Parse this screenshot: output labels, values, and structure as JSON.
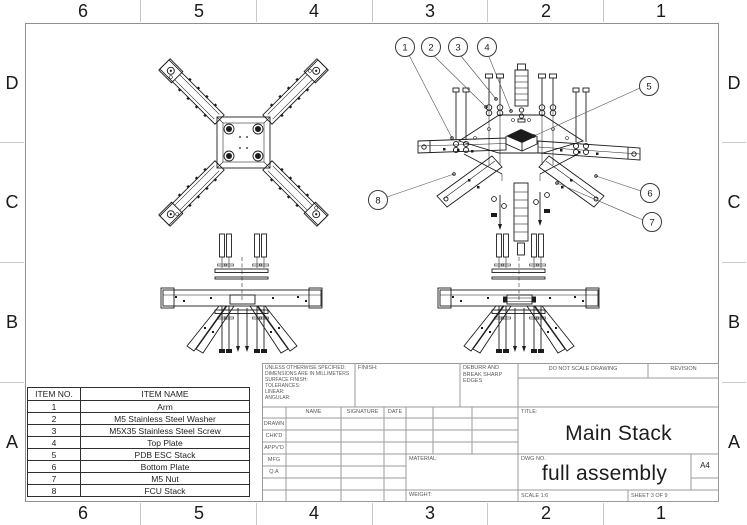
{
  "sheet": {
    "zones": {
      "cols": [
        "6",
        "5",
        "4",
        "3",
        "2",
        "1"
      ],
      "rows": [
        "D",
        "C",
        "B",
        "A"
      ]
    }
  },
  "bom": {
    "headers": [
      "ITEM NO.",
      "ITEM NAME"
    ],
    "rows": [
      [
        "1",
        "Arm"
      ],
      [
        "2",
        "M5 Stainless Steel Washer"
      ],
      [
        "3",
        "M5X35 Stainless Steel Screw"
      ],
      [
        "4",
        "Top Plate"
      ],
      [
        "5",
        "PDB ESC Stack"
      ],
      [
        "6",
        "Bottom Plate"
      ],
      [
        "7",
        "M5 Nut"
      ],
      [
        "8",
        "FCU Stack"
      ]
    ]
  },
  "title_block": {
    "spec_note": "UNLESS OTHERWISE SPECIFIED:\nDIMENSIONS ARE IN MILLIMETERS\nSURFACE FINISH:\nTOLERANCES:\n   LINEAR:\n   ANGULAR:",
    "finish_label": "FINISH:",
    "deburr_note": "DEBURR AND BREAK SHARP EDGES",
    "do_not_scale": "DO NOT SCALE DRAWING",
    "revision_label": "REVISION",
    "col_headers": {
      "name": "NAME",
      "signature": "SIGNATURE",
      "date": "DATE"
    },
    "approval_rows": [
      "DRAWN",
      "CHK'D",
      "APPV'D",
      "MFG",
      "Q.A"
    ],
    "material_label": "MATERIAL:",
    "weight_label": "WEIGHT:",
    "title_label": "TITLE:",
    "title": "Main Stack",
    "dwg_no_label": "DWG NO.",
    "dwg_no": "full assembly",
    "paper_size": "A4",
    "scale": "SCALE 1:6",
    "sheet": "SHEET 3 OF 9"
  },
  "balloons": [
    "1",
    "2",
    "3",
    "4",
    "5",
    "6",
    "7",
    "8"
  ]
}
